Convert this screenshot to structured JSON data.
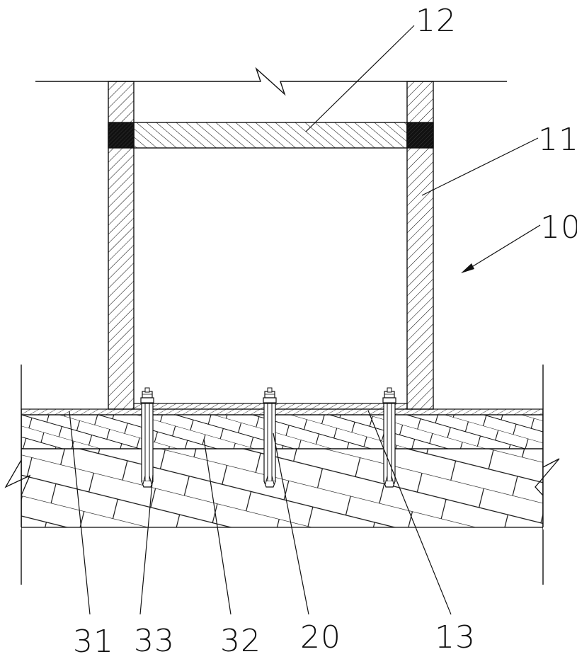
{
  "diagram": {
    "labels": {
      "frame": "10",
      "side_wall": "11",
      "cross_beam": "12",
      "base_plate": "13",
      "anchor_bolt": "20",
      "screed_layer": "31",
      "upper_layer": "32",
      "lower_layer": "33"
    }
  }
}
